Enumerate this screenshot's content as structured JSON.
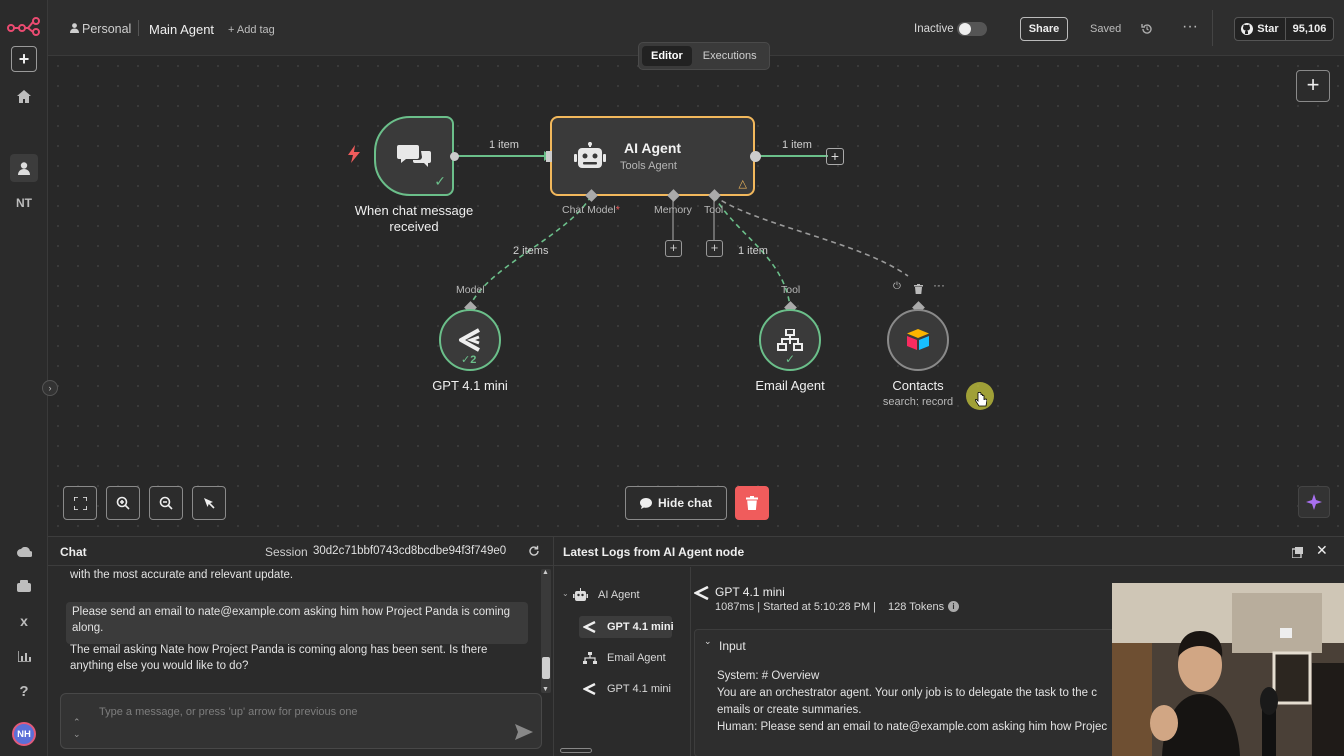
{
  "topbar": {
    "workspace": "Personal",
    "workflow_name": "Main Agent",
    "add_tag": "+ Add tag",
    "status": "Inactive",
    "share": "Share",
    "saved": "Saved",
    "star": "Star",
    "star_count": "95,106"
  },
  "sidebar": {
    "initials": "NT",
    "avatar": "NH"
  },
  "canvas": {
    "tabs": [
      {
        "label": "Editor"
      },
      {
        "label": "Executions"
      }
    ],
    "trigger_node": {
      "title": "When chat message received"
    },
    "agent_node": {
      "title": "AI Agent",
      "subtitle": "Tools Agent"
    },
    "edge_label_in": "1 item",
    "edge_label_out": "1 item",
    "ports": {
      "chat_model": "Chat Model",
      "required_mark": "*",
      "memory": "Memory",
      "tool": "Tool"
    },
    "edge_label_model": "2 items",
    "edge_label_tool": "1 item",
    "model_node": {
      "port_label": "Model",
      "title": "GPT 4.1 mini",
      "badge": "2"
    },
    "email_node": {
      "port_label": "Tool",
      "title": "Email Agent"
    },
    "contacts_node": {
      "title": "Contacts",
      "subtitle": "search: record"
    },
    "hide_chat": "Hide chat"
  },
  "chat": {
    "title": "Chat",
    "session_label": "Session",
    "session_id": "30d2c71bbf0743cd8bcdbe94f3f749e0",
    "messages": [
      {
        "text": "with the most accurate and relevant update."
      },
      {
        "text": "Please send an email to nate@example.com asking him how Project Panda is coming along."
      },
      {
        "text": "The email asking Nate how Project Panda is coming along has been sent. Is there anything else you would like to do?"
      }
    ],
    "placeholder": "Type a message, or press 'up' arrow for previous one"
  },
  "logs": {
    "title": "Latest Logs from AI Agent node",
    "tree": [
      {
        "label": "AI Agent"
      },
      {
        "label": "GPT 4.1 mini"
      },
      {
        "label": "Email Agent"
      },
      {
        "label": "GPT 4.1 mini"
      }
    ],
    "detail_title": "GPT 4.1 mini",
    "detail_meta": "1087ms | Started at 5:10:28 PM |",
    "tokens": "128 Tokens",
    "input_label": "Input",
    "input_lines": [
      "System: # Overview",
      "You are an orchestrator agent. Your only job is to delegate the task to the c",
      "emails or create summaries.",
      "Human: Please send an email to nate@example.com asking him how Projec"
    ]
  },
  "colors": {
    "accent": "#ea4b71",
    "success": "#6bbf8a",
    "agent_border": "#f2b85c",
    "delete": "#f05c5c",
    "trigger": "#f05c5c"
  }
}
